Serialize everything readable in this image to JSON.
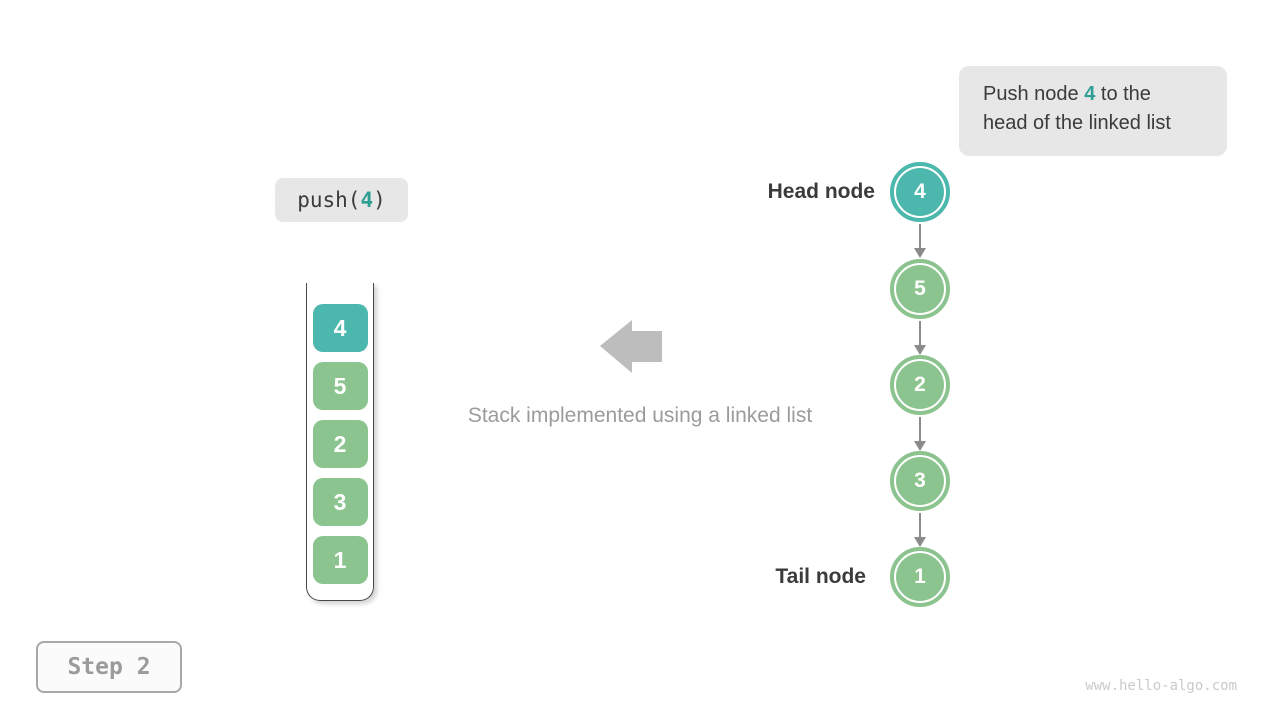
{
  "page": {
    "background": "#ffffff",
    "watermark": "www.hello-algo.com"
  },
  "colors": {
    "teal_node": "#4cb7ac",
    "green_node": "#8bc48e",
    "teal_text": "#2f9e92",
    "dark_text": "#3b3b3b",
    "muted_text": "#9b9b9b",
    "chip_background": "#e7e7e7",
    "connector_gray": "#8a8a8a",
    "block_arrow_gray": "#bdbdbd"
  },
  "callout": {
    "line1_before": "Push node ",
    "highlight": "4",
    "line1_after": " to the",
    "line2": "head of the linked list"
  },
  "operation": {
    "fn_open": "push(",
    "arg": "4",
    "fn_close": ")"
  },
  "stack": {
    "items": [
      {
        "value": "4",
        "highlight": true
      },
      {
        "value": "5",
        "highlight": false
      },
      {
        "value": "2",
        "highlight": false
      },
      {
        "value": "3",
        "highlight": false
      },
      {
        "value": "1",
        "highlight": false
      }
    ]
  },
  "caption": "Stack implemented using a linked list",
  "linked_list": {
    "head_label": "Head node",
    "tail_label": "Tail node",
    "nodes": [
      {
        "value": "4",
        "highlight": true
      },
      {
        "value": "5",
        "highlight": false
      },
      {
        "value": "2",
        "highlight": false
      },
      {
        "value": "3",
        "highlight": false
      },
      {
        "value": "1",
        "highlight": false
      }
    ]
  },
  "step_badge": "Step 2"
}
